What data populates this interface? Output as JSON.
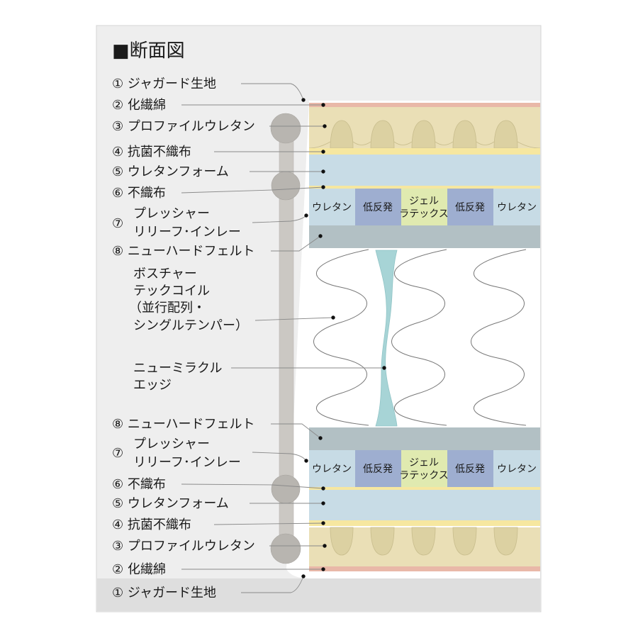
{
  "title": "■断面図",
  "colors": {
    "panel_bg": "#eeeeee",
    "panel_border": "#d4d4d4",
    "bottom_band": "#dedede",
    "jacquard": "#e9b8a8",
    "wadding": "#eadfb6",
    "wadding_bump": "#dcd1a2",
    "antibacterial": "#f6e7a0",
    "urethane_foam": "#c8dce6",
    "urethane_cell": "#c7dbe5",
    "low_rebound_cell": "#9eaed0",
    "gel_latex_cell": "#e0eab0",
    "felt": "#b2c0c4",
    "edge": "#a7d4d6",
    "spine": "#cbc8c3",
    "knob": "#b8b5b0"
  },
  "labels": {
    "l1": "① ジャガード生地",
    "l2": "② 化繊綿",
    "l3": "③ プロファイルウレタン",
    "l4": "④ 抗菌不織布",
    "l5": "⑤ ウレタンフォーム",
    "l6": "⑥ 不織布",
    "l7_mark": "⑦",
    "l7_line1": "プレッシャー",
    "l7_line2": "リリーフ･インレー",
    "l8": "⑧ ニューハードフェルト",
    "coil_line1": "ボスチャー",
    "coil_line2": "テックコイル",
    "coil_line3": "（並行配列・",
    "coil_line4": "シングルテンパー）",
    "edge_line1": "ニューミラクル",
    "edge_line2": "エッジ"
  },
  "inlay_cells": {
    "urethane": "ウレタン",
    "low_rebound": "低反発",
    "gel_line1": "ジェル",
    "gel_line2": "ラテックス"
  }
}
